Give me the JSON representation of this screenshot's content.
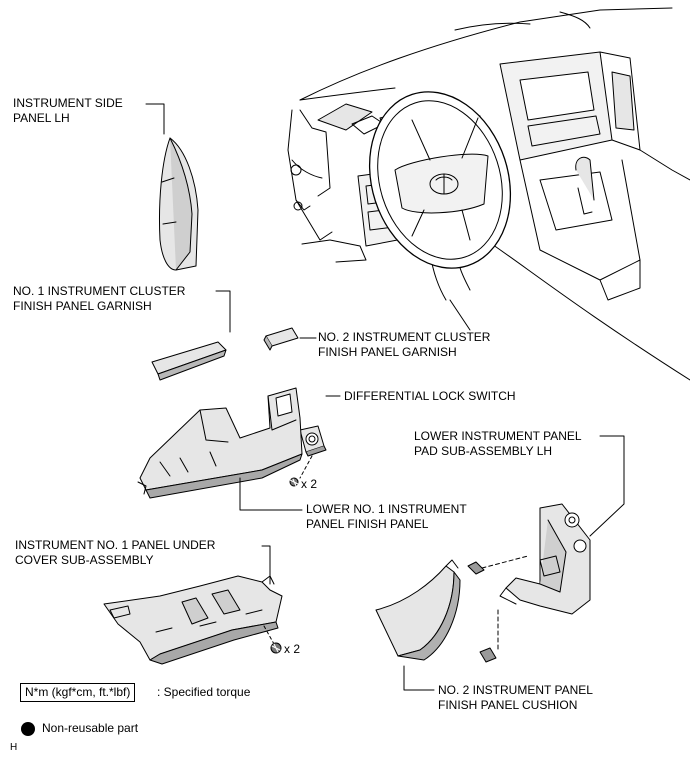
{
  "labels": {
    "side_panel": "INSTRUMENT SIDE\nPANEL LH",
    "cluster_garnish_1": "NO. 1 INSTRUMENT CLUSTER\nFINISH PANEL GARNISH",
    "cluster_garnish_2": "NO. 2 INSTRUMENT CLUSTER\nFINISH PANEL GARNISH",
    "diff_lock_switch": "DIFFERENTIAL LOCK SWITCH",
    "lower_pad": "LOWER INSTRUMENT PANEL\nPAD SUB-ASSEMBLY LH",
    "lower_finish_panel": "LOWER NO. 1 INSTRUMENT\nPANEL FINISH PANEL",
    "under_cover": "INSTRUMENT NO. 1 PANEL UNDER\nCOVER SUB-ASSEMBLY",
    "cushion": "NO. 2 INSTRUMENT PANEL\nFINISH PANEL CUSHION"
  },
  "quantities": {
    "lower_finish_screws": "x 2",
    "under_cover_screws": "x 2"
  },
  "legend": {
    "torque_box": "N*m (kgf*cm, ft.*lbf)",
    "torque_text": ": Specified torque",
    "nonreusable_text": "Non-reusable part"
  },
  "figure_id": "H",
  "colors": {
    "line": "#000000",
    "part_fill": "#e6e6e6",
    "part_shadow": "#9a9a9a"
  }
}
